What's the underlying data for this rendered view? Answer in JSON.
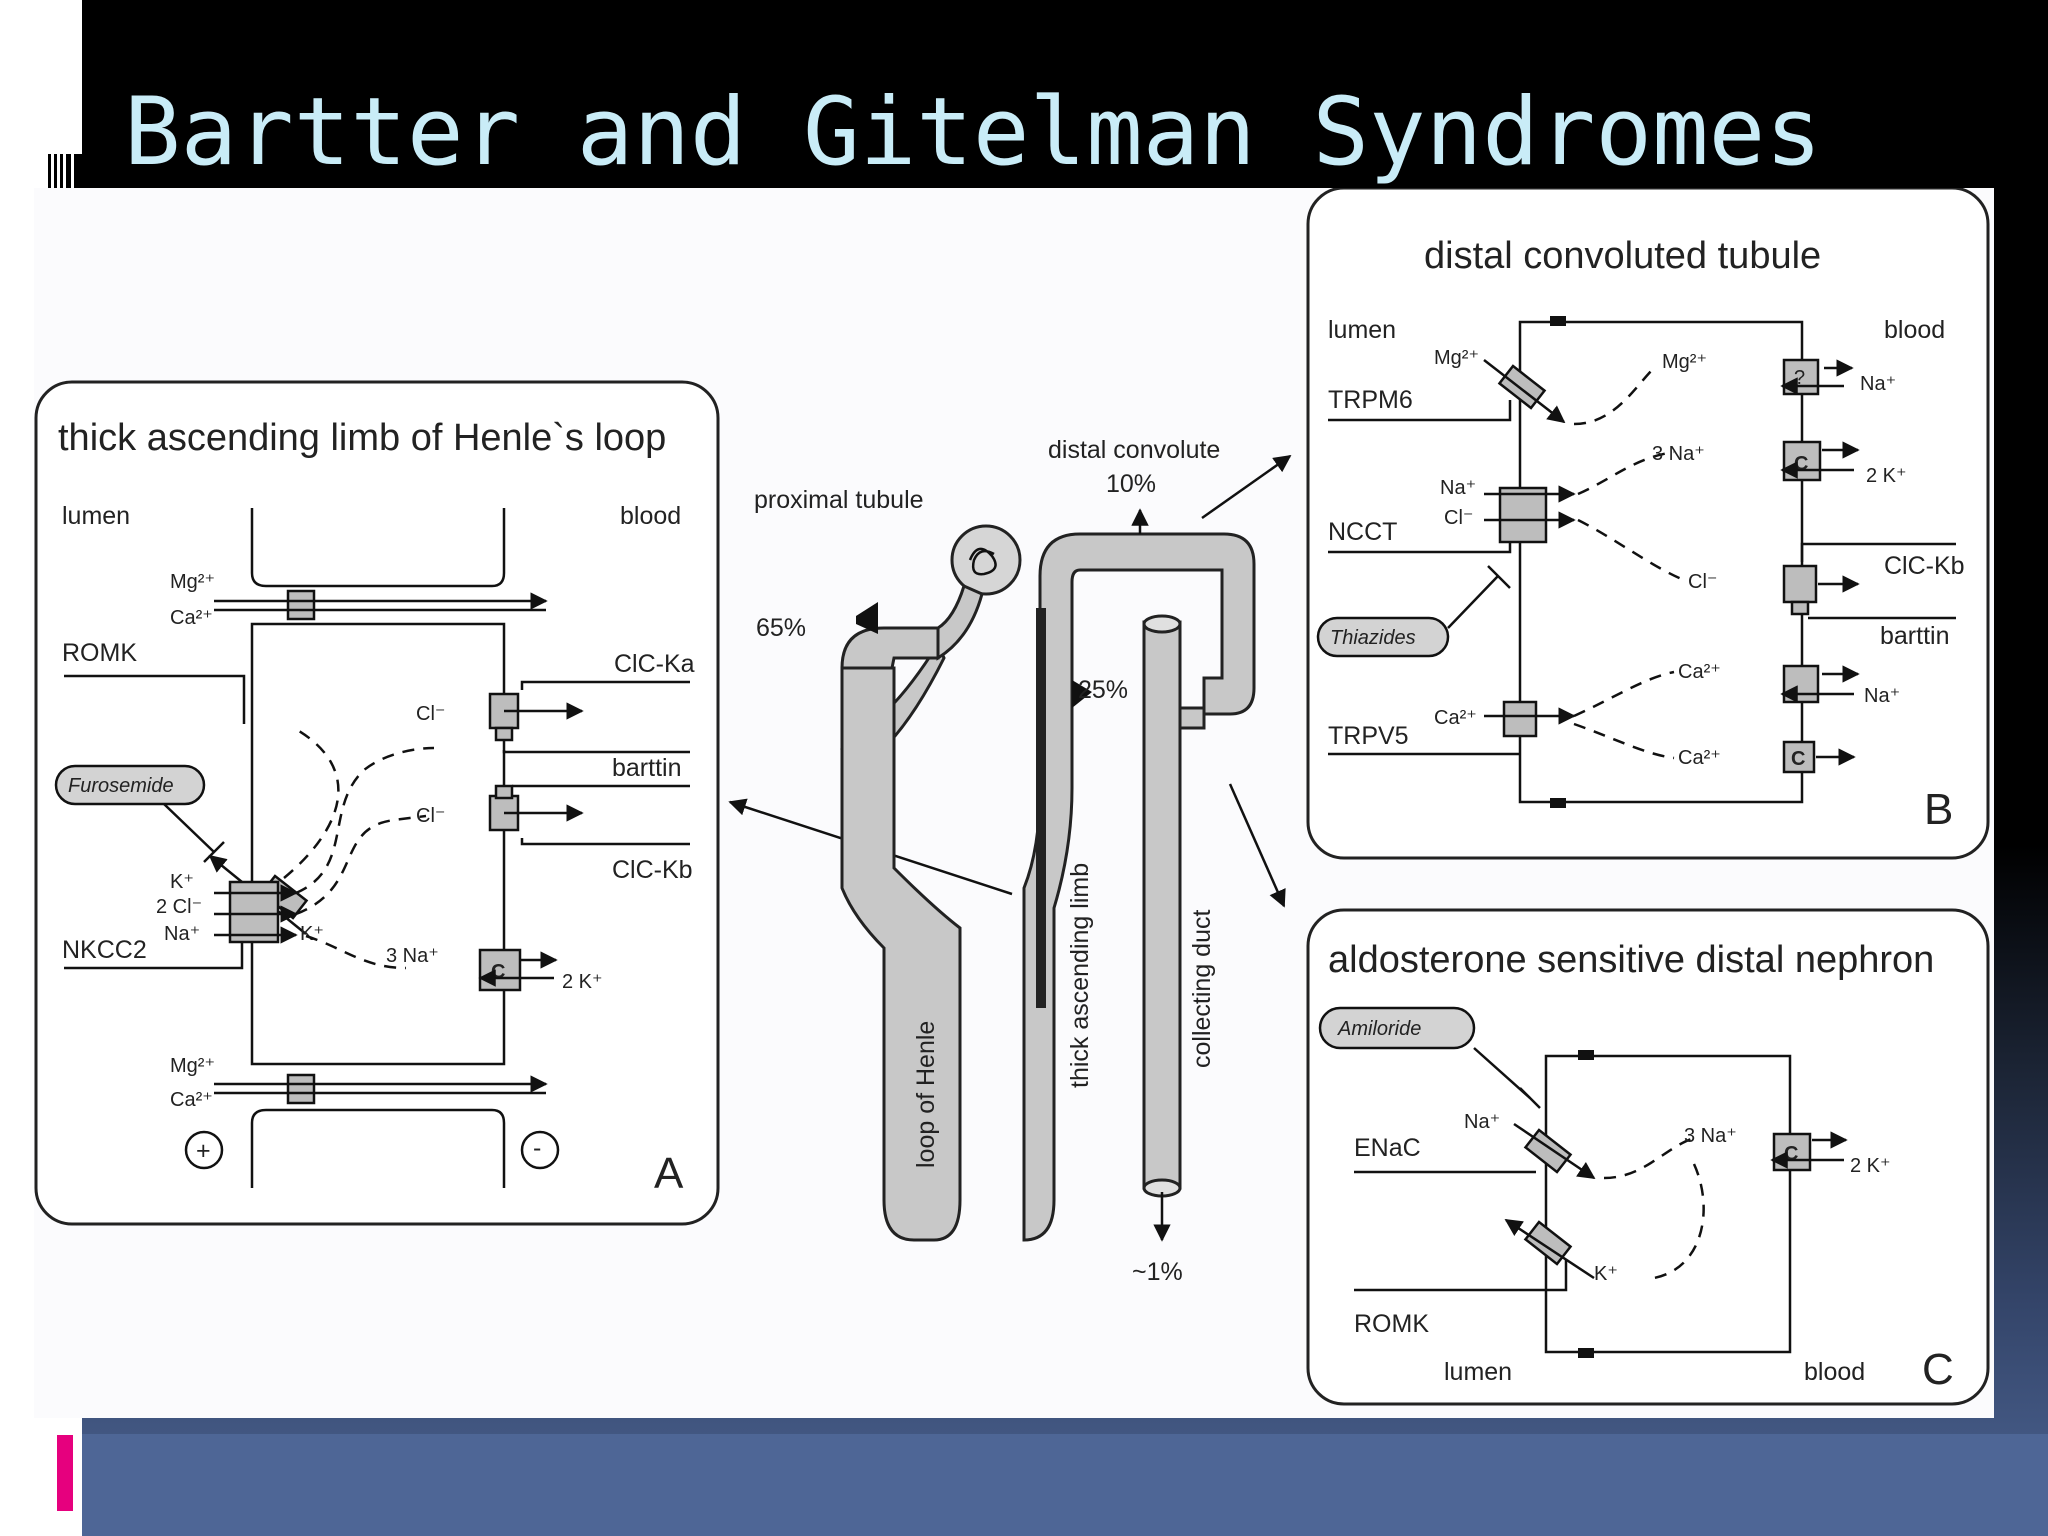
{
  "slide": {
    "title": "Bartter and Gitelman Syndromes"
  },
  "colors": {
    "title_text": "#c9ecf7",
    "accent_bar": "#e6007e",
    "bottom_band": "#4e6696",
    "tubule_fill": "#c8c8c8"
  },
  "panel_a": {
    "title": "thick ascending limb of Henle`s loop",
    "lumen": "lumen",
    "blood": "blood",
    "letter": "A",
    "romk": "ROMK",
    "nkcc2": "NKCC2",
    "furosemide": "Furosemide",
    "clc_ka": "ClC-Ka",
    "barttin": "barttin",
    "clc_kb": "ClC-Kb",
    "mg": "Mg²⁺",
    "ca": "Ca²⁺",
    "k": "K⁺",
    "two_cl": "2 Cl⁻",
    "na": "Na⁺",
    "cl": "Cl⁻",
    "three_na": "3 Na⁺",
    "two_k": "2 K⁺",
    "c": "C",
    "plus": "+",
    "minus": "-"
  },
  "nephron": {
    "proximal_tubule": "proximal tubule",
    "pct_65": "65%",
    "distal_convolute": "distal convolute",
    "dct_10": "10%",
    "tal_25": "25%",
    "cd_1": "~1%",
    "loop_of_henle": "loop of Henle",
    "thick_ascending_limb": "thick ascending limb",
    "collecting_duct": "collecting duct"
  },
  "panel_b": {
    "title": "distal convoluted tubule",
    "lumen": "lumen",
    "blood": "blood",
    "letter": "B",
    "trpm6": "TRPM6",
    "ncct": "NCCT",
    "thiazides": "Thiazides",
    "trpv5": "TRPV5",
    "clc_kb": "ClC-Kb",
    "barttin": "barttin",
    "mg": "Mg²⁺",
    "na": "Na⁺",
    "cl": "Cl⁻",
    "ca": "Ca²⁺",
    "three_na": "3 Na⁺",
    "two_k": "2 K⁺",
    "question": "?",
    "c": "C"
  },
  "panel_c": {
    "title": "aldosterone sensitive distal nephron",
    "amiloride": "Amiloride",
    "enac": "ENaC",
    "romk": "ROMK",
    "lumen": "lumen",
    "blood": "blood",
    "letter": "C",
    "na": "Na⁺",
    "k": "K⁺",
    "three_na": "3 Na⁺",
    "two_k": "2 K⁺",
    "c": "C"
  }
}
